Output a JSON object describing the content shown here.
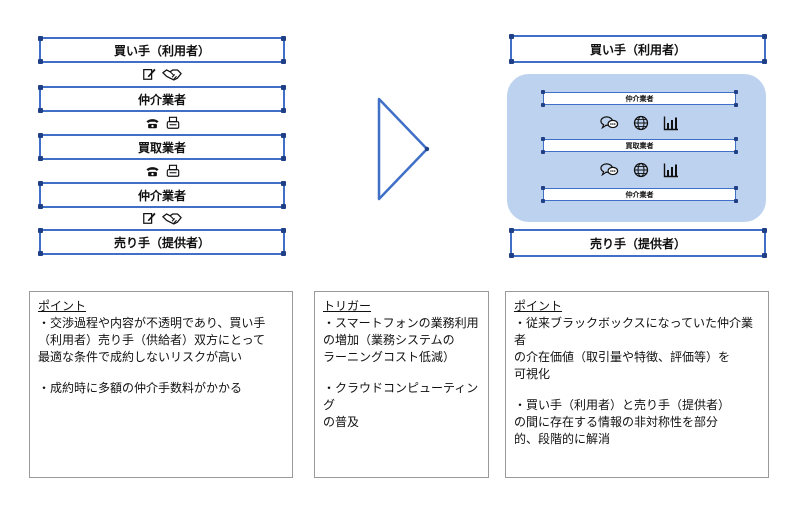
{
  "left_chain": {
    "buyer": "買い手（利用者）",
    "broker1": "仲介業者",
    "purchaser": "買取業者",
    "broker2": "仲介業者",
    "seller": "売り手（提供者）"
  },
  "right_chain": {
    "buyer": "買い手（利用者）",
    "broker_top": "仲介業者",
    "purchaser": "買取業者",
    "broker_bottom": "仲介業者",
    "seller": "売り手（提供者）"
  },
  "icons": {
    "left_row1": [
      "document-edit-icon",
      "handshake-icon"
    ],
    "left_row2": [
      "telephone-icon",
      "fax-icon"
    ],
    "left_row3": [
      "telephone-icon",
      "fax-icon"
    ],
    "left_row4": [
      "document-edit-icon",
      "handshake-icon"
    ],
    "right_row1": [
      "chat-bubbles-icon",
      "globe-icon",
      "bar-chart-icon"
    ],
    "right_row2": [
      "chat-bubbles-icon",
      "globe-icon",
      "bar-chart-icon"
    ]
  },
  "colors": {
    "border": "#3f6fc6",
    "platform": "#bdd2ef",
    "arrow": "#3f6fc6"
  },
  "panels": {
    "left": {
      "heading": "ポイント",
      "p1": "・交渉過程や内容が不透明であり、買い手\n（利用者）売り手（供給者）双方にとって\n最適な条件で成約しないリスクが高い",
      "p2": "・成約時に多額の仲介手数料がかかる"
    },
    "middle": {
      "heading": "トリガー",
      "p1": "・スマートフォンの業務利用\nの増加（業務システムの\nラーニングコスト低減）",
      "p2": "・クラウドコンピューティング\nの普及"
    },
    "right": {
      "heading": "ポイント",
      "p1": "・従来ブラックボックスになっていた仲介業者\nの介在価値（取引量や特徴、評価等）を\n可視化",
      "p2": "・買い手（利用者）と売り手（提供者）\nの間に存在する情報の非対称性を部分\n的、段階的に解消"
    }
  }
}
